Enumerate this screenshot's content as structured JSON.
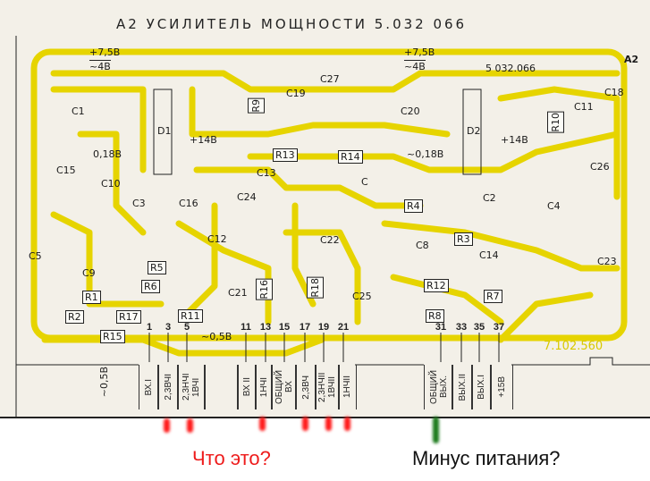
{
  "title": "A2   УСИЛИТЕЛЬ МОЩНОСТИ   5.032 066",
  "board_code": "A2",
  "board_number": "5 032.066",
  "drawing_number": "7.102.560",
  "voltages": {
    "v1": "+7,5В",
    "v2": "~4В",
    "v3": "+7,5В",
    "v4": "~4В",
    "v5": "+14В",
    "v6": "+14В",
    "v7": "0,18В",
    "v8": "~0,18В",
    "v9": "~0,5В",
    "v10": "~0,5В"
  },
  "components": {
    "C1": "C1",
    "C19": "C19",
    "C27": "C27",
    "C20": "C20",
    "C18": "C18",
    "C11": "C11",
    "R10": "R10",
    "D1": "D1",
    "D2": "D2",
    "R13": "R13",
    "R14": "R14",
    "C15": "C15",
    "C10": "C10",
    "C13": "C13",
    "C": "C",
    "C2": "C2",
    "C26": "C26",
    "C3": "C3",
    "C16": "C16",
    "C24": "C24",
    "R4": "R4",
    "C4": "C4",
    "C12": "C12",
    "C22": "C22",
    "C8": "C8",
    "R3": "R3",
    "C14": "C14",
    "C5": "C5",
    "C9": "C9",
    "R5": "R5",
    "R6": "R6",
    "C21": "C21",
    "R16": "R16",
    "R18": "R18",
    "C25": "C25",
    "R12": "R12",
    "R7": "R7",
    "C23": "C23",
    "R1": "R1",
    "R2": "R2",
    "R17": "R17",
    "R11": "R11",
    "R15": "R15",
    "R8": "R8",
    "R9": "R9"
  },
  "pins": [
    "1",
    "3",
    "5",
    "11",
    "13",
    "15",
    "17",
    "19",
    "21",
    "31",
    "33",
    "35",
    "37"
  ],
  "connector_labels": [
    "ВХ.I",
    "2,3ВЧI",
    "2,3НЧI 1ВЧI",
    "ВХ II",
    "1НЧI",
    "ОБЩИЙ ВХ",
    "2,3ВЧ",
    "2,3НЧII 1ВЧII",
    "1НЧII",
    "ОБЩИЙ ВЫХ.",
    "ВЫХ.II",
    "ВЫХ.I",
    "+15В"
  ],
  "annotations": {
    "question_red": "Что это?",
    "question_black": "Минус питания?"
  },
  "colors": {
    "trace": "#e6d400",
    "marker_red": "#ff1a1a",
    "marker_green": "#1c7a1c"
  }
}
